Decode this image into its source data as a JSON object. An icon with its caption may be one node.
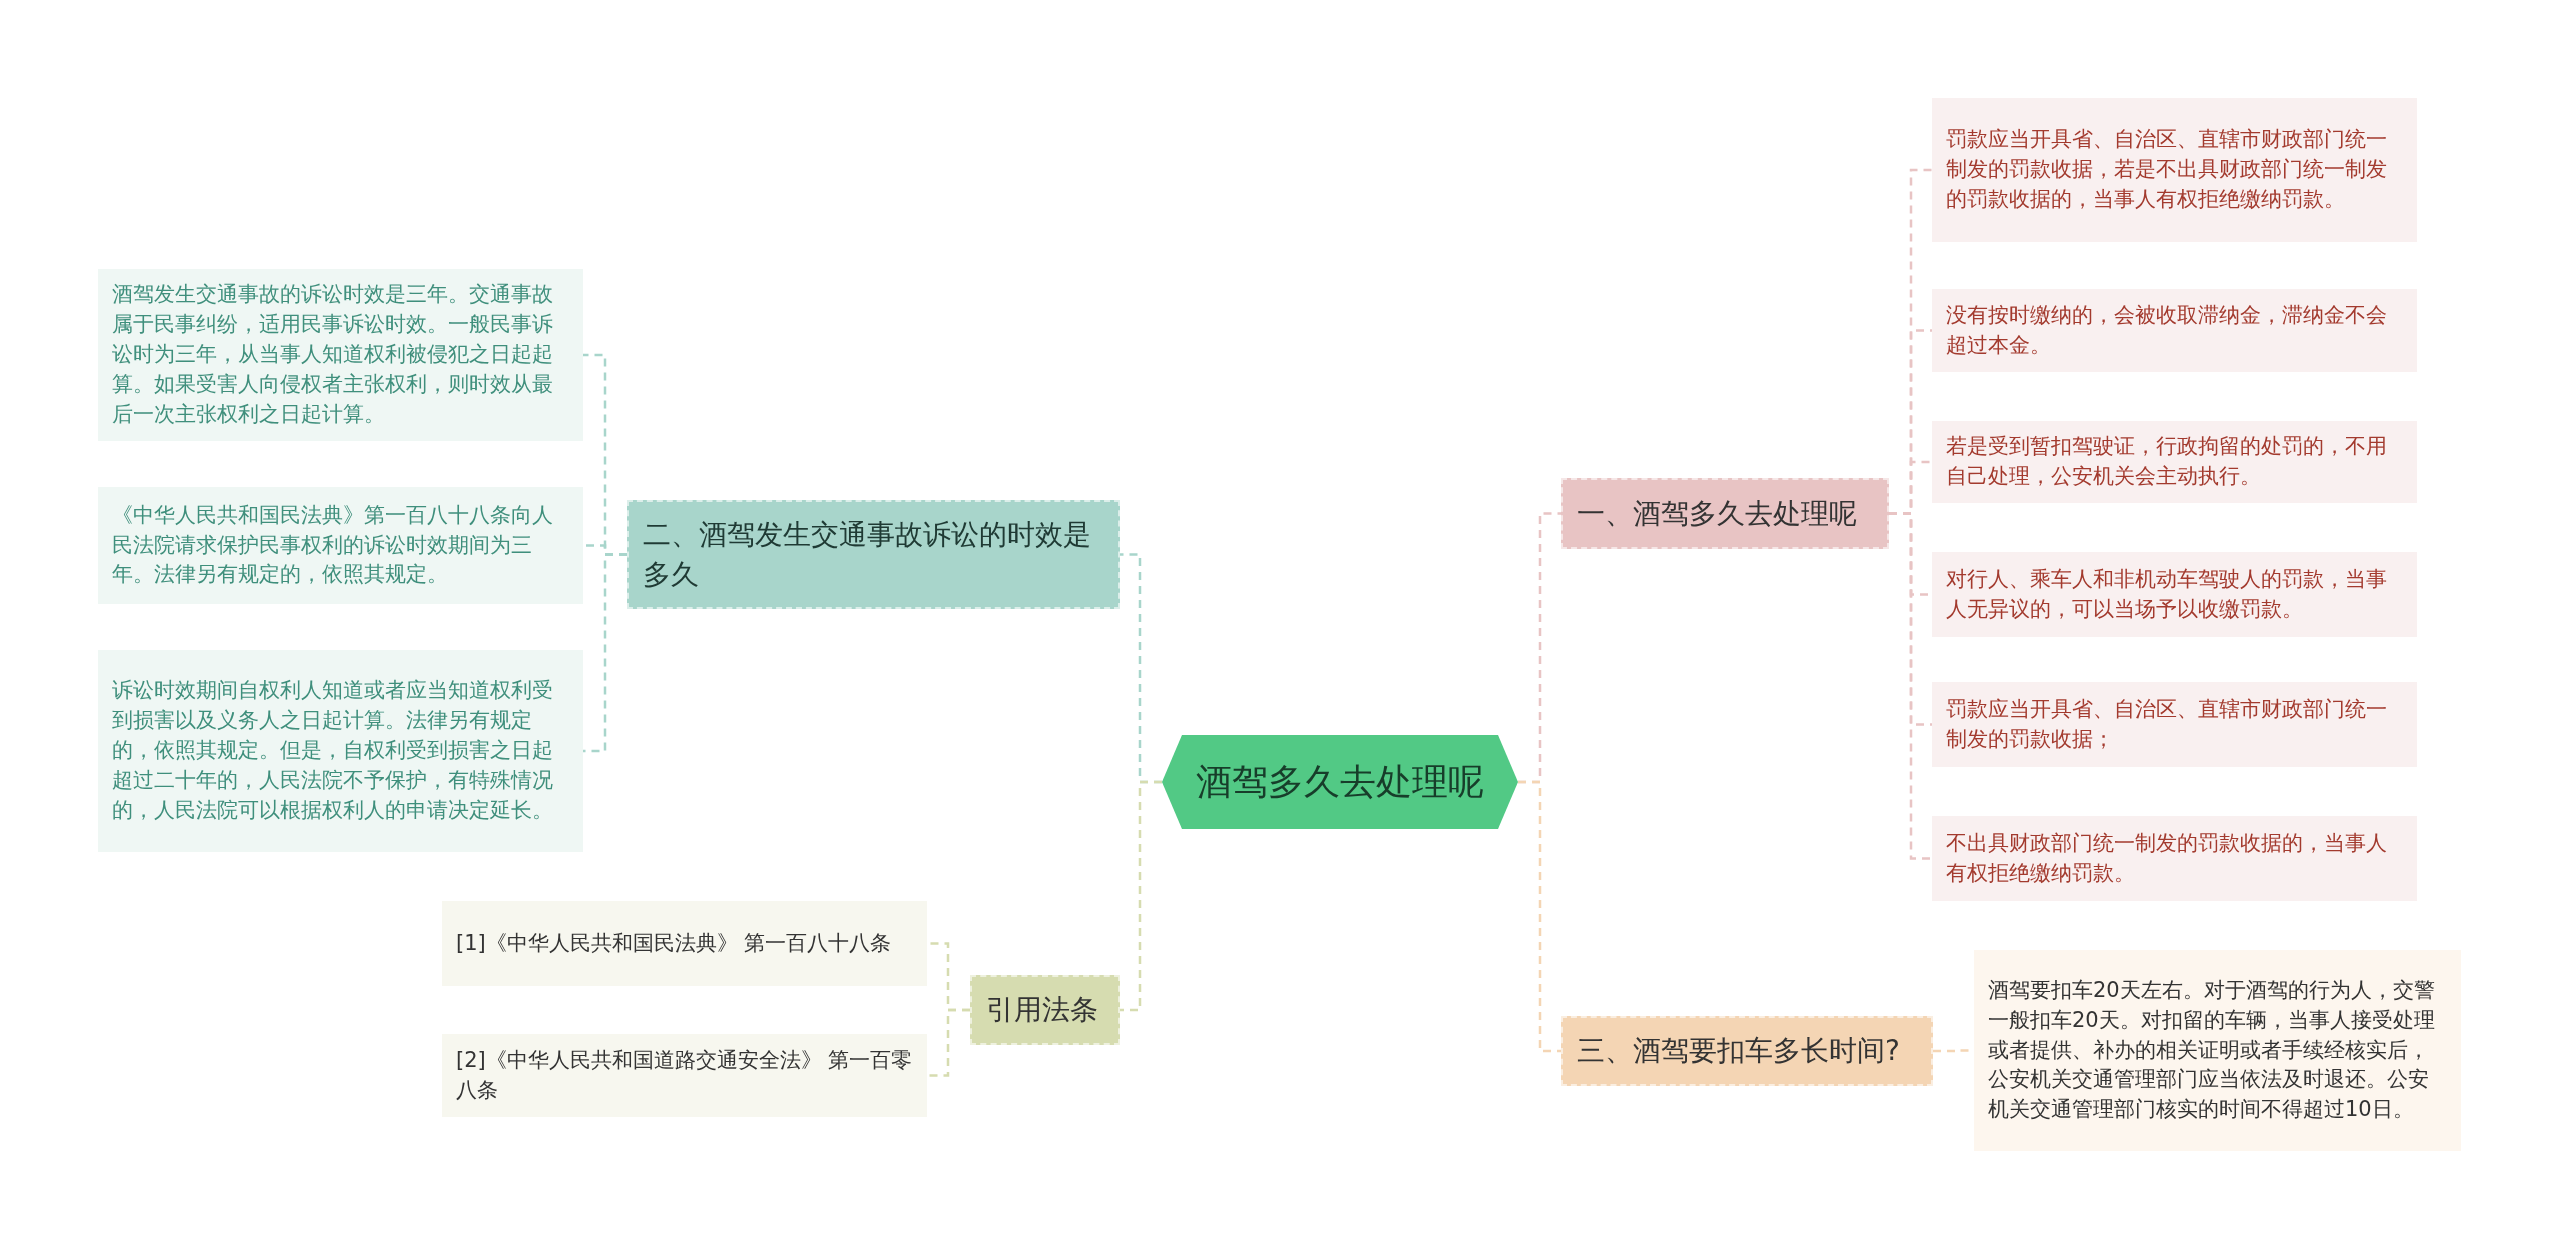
{
  "diagram": {
    "nodes": [
      {
        "text": [
          "酒驾多久去处理呢"
        ]
      },
      {
        "text": [
          "二、酒驾发生交通事故诉讼的时效是多久"
        ]
      },
      {
        "text": [
          "酒驾发生交通事故的诉讼时效是三年。交通事故属于民事纠纷，适用民事诉讼时效。一般民事诉讼时为三年，从当事人知道权利被侵犯之日起起算。如果受害人向侵权者主张权利，则时效从最后一次主张权利之日起计算。"
        ]
      },
      {
        "text": [
          "《中华人民共和国民法典》第一百八十八条向人民法院请求保护民事权利的诉讼时效期间为三年。法律另有规定的，依照其规定。"
        ]
      },
      {
        "text": [
          "诉讼时效期间自权利人知道或者应当知道权利受到损害以及义务人之日起计算。法律另有规定的，依照其规定。但是，自权利受到损害之日起超过二十年的，人民法院不予保护，有特殊情况的，人民法院可以根据权利人的申请决定延长。"
        ]
      },
      {
        "text": [
          "引用法条"
        ]
      },
      {
        "text": [
          "[1]《中华人民共和国民法典》 第一百八十八条"
        ]
      },
      {
        "text": [
          "[2]《中华人民共和国道路交通安全法》 第一百零八条"
        ]
      },
      {
        "text": [
          "一、酒驾多久去处理呢"
        ]
      },
      {
        "text": [
          "罚款应当开具省、自治区、直辖市财政部门统一制发的罚款收据，若是不出具财政部门统一制发的罚款收据的，当事人有权拒绝缴纳罚款。"
        ]
      },
      {
        "text": [
          "没有按时缴纳的，会被收取滞纳金，滞纳金不会超过本金。"
        ]
      },
      {
        "text": [
          "若是受到暂扣驾驶证，行政拘留的处罚的，不用自己处理，公安机关会主动执行。"
        ]
      },
      {
        "text": [
          "对行人、乘车人和非机动车驾驶人的罚款，当事人无异议的，可以当场予以收缴罚款。"
        ]
      },
      {
        "text": [
          "罚款应当开具省、自治区、直辖市财政部门统一制发的罚款收据；"
        ]
      },
      {
        "text": [
          "不出具财政部门统一制发的罚款收据的，当事人有权拒绝缴纳罚款。"
        ]
      },
      {
        "text": [
          "三、酒驾要扣车多长时间?"
        ]
      },
      {
        "text": [
          "酒驾要扣车20天左右。对于酒驾的行为人，交警一般扣车20天。对扣留的车辆，当事人接受处理或者提供、补办的相关证明或者手续经核实后，公安机关交通管理部门应当依法及时退还。公安机关交通管理部门核实的时间不得超过10日。"
        ]
      }
    ],
    "edges": [
      {
        "from": 0,
        "to": 1,
        "arrow": "none",
        "style": "dashed",
        "color": "#a8d5cb"
      },
      {
        "from": 1,
        "to": 2,
        "arrow": "none",
        "style": "dashed",
        "color": "#a8d5cb"
      },
      {
        "from": 1,
        "to": 3,
        "arrow": "none",
        "style": "dashed",
        "color": "#a8d5cb"
      },
      {
        "from": 1,
        "to": 4,
        "arrow": "none",
        "style": "dashed",
        "color": "#a8d5cb"
      },
      {
        "from": 0,
        "to": 5,
        "arrow": "none",
        "style": "dashed",
        "color": "#d6dcb0"
      },
      {
        "from": 5,
        "to": 6,
        "arrow": "none",
        "style": "dashed",
        "color": "#d6dcb0"
      },
      {
        "from": 5,
        "to": 7,
        "arrow": "none",
        "style": "dashed",
        "color": "#d6dcb0"
      },
      {
        "from": 0,
        "to": 8,
        "arrow": "none",
        "style": "dashed",
        "color": "#e8c4c4"
      },
      {
        "from": 8,
        "to": 9,
        "arrow": "none",
        "style": "dashed",
        "color": "#e8c4c4"
      },
      {
        "from": 8,
        "to": 10,
        "arrow": "none",
        "style": "dashed",
        "color": "#e8c4c4"
      },
      {
        "from": 8,
        "to": 11,
        "arrow": "none",
        "style": "dashed",
        "color": "#e8c4c4"
      },
      {
        "from": 8,
        "to": 12,
        "arrow": "none",
        "style": "dashed",
        "color": "#e8c4c4"
      },
      {
        "from": 8,
        "to": 13,
        "arrow": "none",
        "style": "dashed",
        "color": "#e8c4c4"
      },
      {
        "from": 8,
        "to": 14,
        "arrow": "none",
        "style": "dashed",
        "color": "#e8c4c4"
      },
      {
        "from": 0,
        "to": 15,
        "arrow": "none",
        "style": "dashed",
        "color": "#f4d5b4"
      },
      {
        "from": 15,
        "to": 16,
        "arrow": "none",
        "style": "dashed",
        "color": "#f4d5b4"
      }
    ]
  }
}
